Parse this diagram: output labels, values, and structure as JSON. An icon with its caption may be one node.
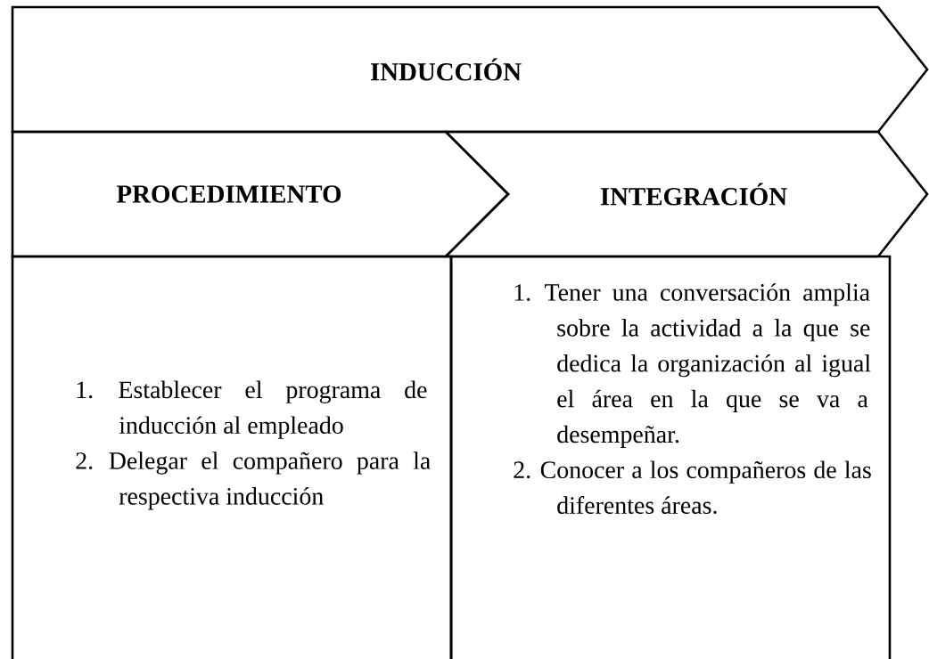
{
  "diagram": {
    "nodes": [
      {
        "text": [
          "INDUCCIÓN"
        ]
      },
      {
        "text": [
          "PROCEDIMIENTO"
        ]
      },
      {
        "text": [
          "INTEGRACIÓN"
        ]
      },
      {
        "text": [
          "1. Establecer el programa de inducción al empleado",
          "2. Delegar el compañero para la respectiva inducción"
        ]
      },
      {
        "text": [
          "1. Tener una conversación amplia sobre la actividad a la que se dedica la organización al igual el área en la que se va a desempeñar.",
          "2. Conocer a los compañeros de las diferentes áreas."
        ]
      }
    ]
  }
}
